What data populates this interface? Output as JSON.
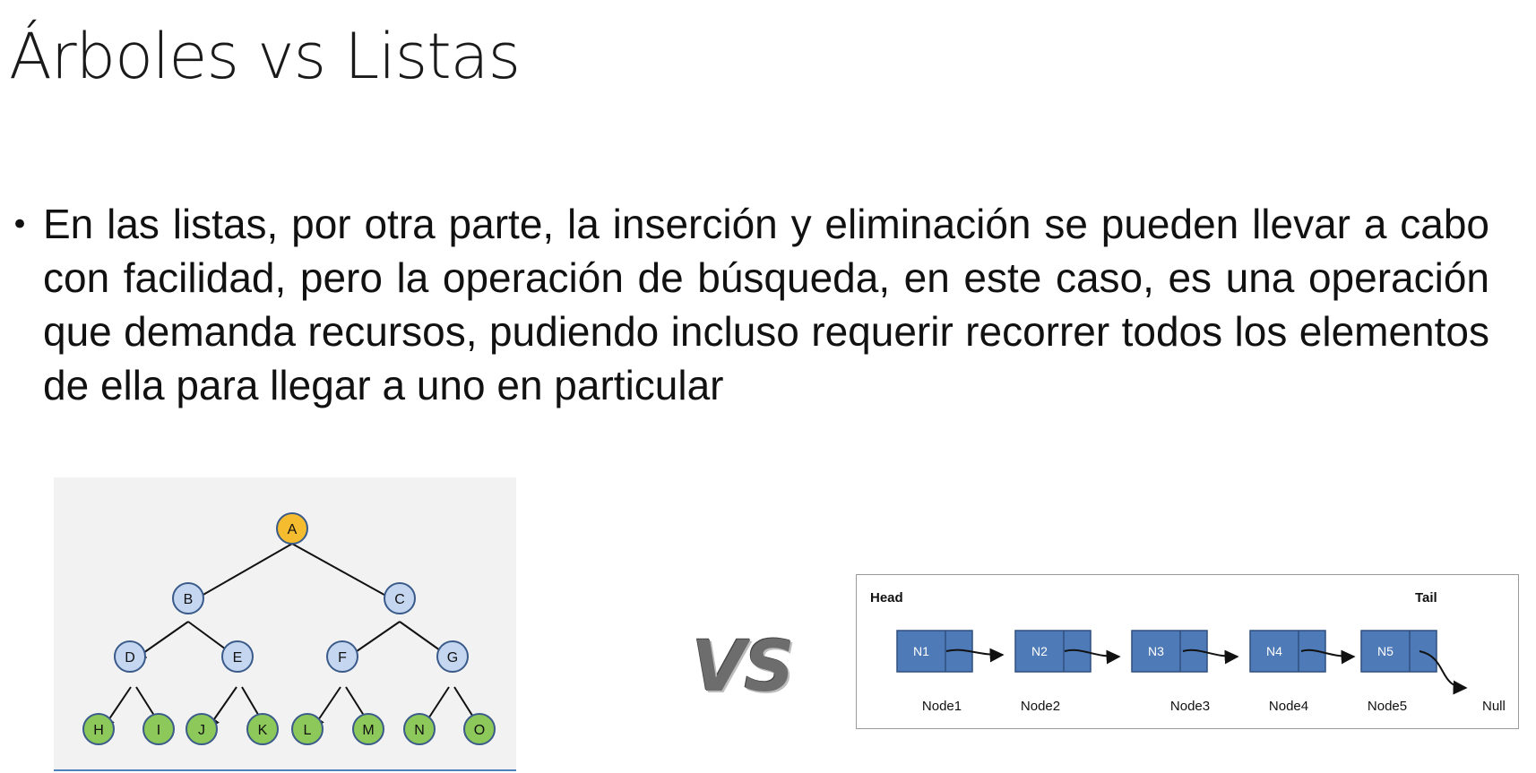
{
  "slide": {
    "title": "Árboles vs Listas",
    "bullet": "En las listas, por otra parte, la inserción y eliminación se pueden llevar a cabo con facilidad, pero la operación de búsqueda, en este caso, es una operación que demanda recursos, pudiendo incluso requerir recorrer todos los elementos de ella para llegar a uno en particular"
  },
  "tree": {
    "nodes": [
      "A",
      "B",
      "C",
      "D",
      "E",
      "F",
      "G",
      "H",
      "I",
      "J",
      "K",
      "L",
      "M",
      "N",
      "O"
    ],
    "colors": {
      "root": "#f5bc2f",
      "internal": "#c5d7f0",
      "leaf": "#8dc85a",
      "stroke": "#3a5a8a"
    }
  },
  "vs_label": "VS",
  "linked_list": {
    "head_label": "Head",
    "tail_label": "Tail",
    "nodes": [
      {
        "box": "N1",
        "label": "Node1"
      },
      {
        "box": "N2",
        "label": "Node2"
      },
      {
        "box": "N3",
        "label": "Node3"
      },
      {
        "box": "N4",
        "label": "Node4"
      },
      {
        "box": "N5",
        "label": "Node5"
      }
    ],
    "null_label": "Null",
    "node_color": "#4f7ab8"
  }
}
